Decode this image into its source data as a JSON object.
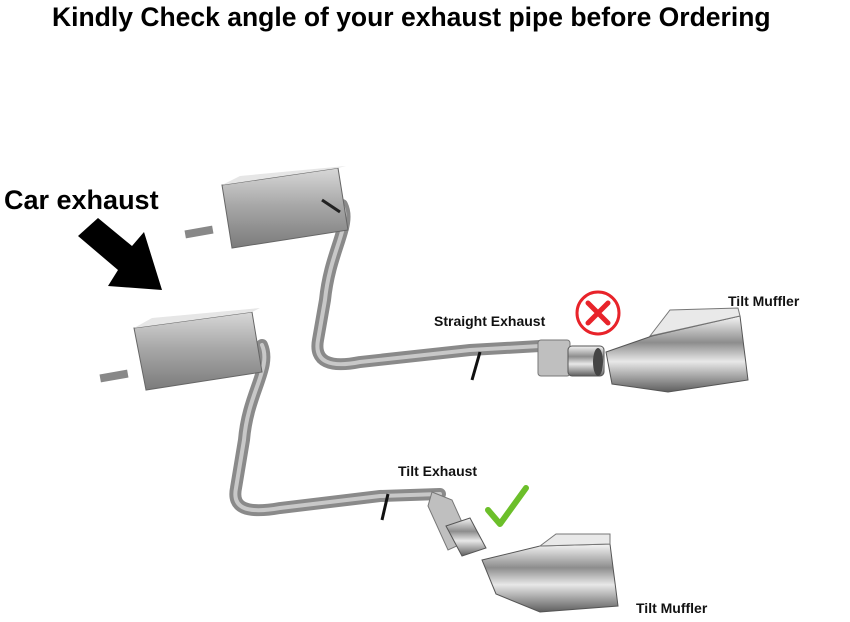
{
  "headline": "Kindly Check angle of your exhaust pipe before Ordering",
  "callout": "Car exhaust",
  "labels": {
    "straight_exhaust": "Straight Exhaust",
    "tilt_exhaust": "Tilt Exhaust",
    "tilt_muffler_top": "Tilt Muffler",
    "tilt_muffler_bottom": "Tilt Muffler"
  },
  "indicators": {
    "wrong_color": "#e8232a",
    "correct_color": "#6cbf2a"
  }
}
